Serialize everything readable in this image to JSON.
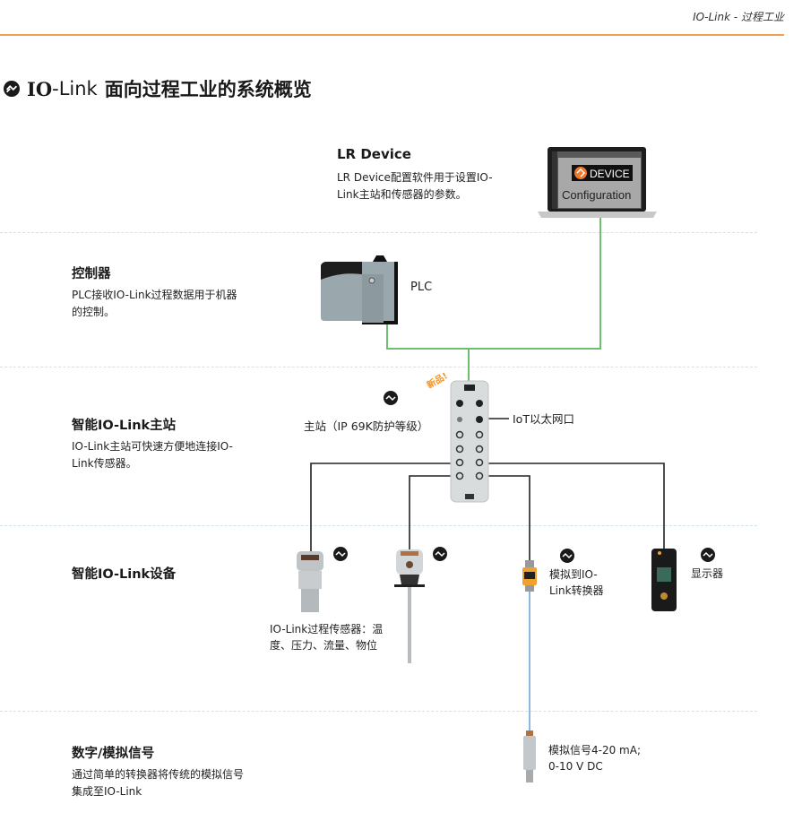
{
  "header": {
    "tag": "IO-Link - 过程工业",
    "accent_color": "#f0a050"
  },
  "title": {
    "icon": "io-link-logo-icon",
    "io": "IO",
    "link": "-Link",
    "text": "面向过程工业的系统概览"
  },
  "sections": {
    "lr_device": {
      "title": "LR Device",
      "desc_line1": "LR Device配置软件用于设置IO-",
      "desc_line2": "Link主站和传感器的参数。"
    },
    "controller": {
      "title": "控制器",
      "desc_line1": "PLC接收IO-Link过程数据用于机器",
      "desc_line2": "的控制。"
    },
    "master": {
      "title": "智能IO-Link主站",
      "desc_line1": "IO-Link主站可快速方便地连接IO-",
      "desc_line2": "Link传感器。"
    },
    "devices": {
      "title": "智能IO-Link设备"
    },
    "signals": {
      "title": "数字/模拟信号",
      "desc_line1": "通过简单的转换器将传统的模拟信号",
      "desc_line2": "集成至IO-Link"
    }
  },
  "laptop": {
    "brand": "DEVICE",
    "caption": "Configuration"
  },
  "labels": {
    "plc": "PLC",
    "new_badge": "新品!",
    "master": "主站（IP 69K防护等级）",
    "iot_port": "IoT以太网口",
    "sensors_line1": "IO-Link过程传感器：温",
    "sensors_line2": "度、压力、流量、物位",
    "converter_line1": "模拟到IO-",
    "converter_line2": "Link转换器",
    "display": "显示器",
    "analog_line1": "模拟信号4-20 mA;",
    "analog_line2": "0-10 V DC"
  },
  "colors": {
    "ethernet_line": "#6cbf6c",
    "iolink_cable": "#222222",
    "analog_cable": "#8fb8e0",
    "separator": "#cfe3ee",
    "badge": "#f39325"
  }
}
